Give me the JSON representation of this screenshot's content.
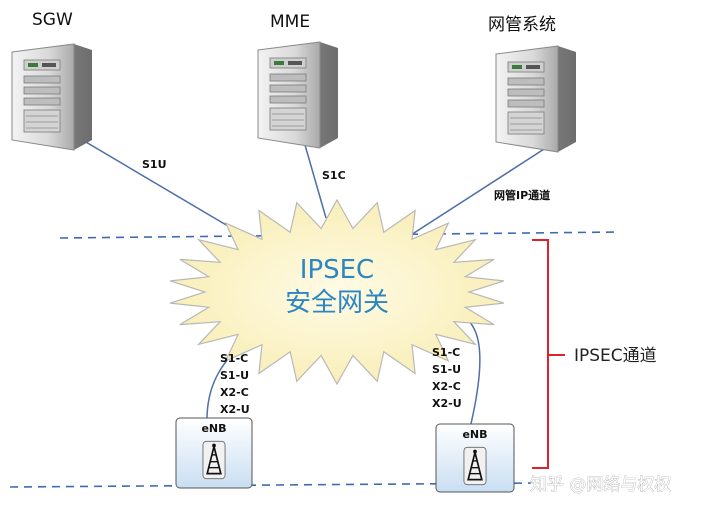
{
  "servers": [
    {
      "id": "sgw",
      "title": "SGW"
    },
    {
      "id": "mme",
      "title": "MME"
    },
    {
      "id": "nms",
      "title": "网管系统"
    }
  ],
  "links": {
    "s1u": "S1U",
    "s1c": "S1C",
    "nms_ip": "网管IP通道"
  },
  "gateway": {
    "line1": "IPSEC",
    "line2": "安全网关"
  },
  "enb_left": {
    "label": "eNB",
    "interfaces": [
      "S1-C",
      "S1-U",
      "X2-C",
      "X2-U"
    ]
  },
  "enb_right": {
    "label": "eNB",
    "interfaces": [
      "S1-C",
      "S1-U",
      "X2-C",
      "X2-U"
    ]
  },
  "tunnel": {
    "label": "IPSEC通道"
  },
  "watermark": "知乎 @网络与权权",
  "colors": {
    "link_line": "#4f6fa8",
    "dashed_line": "#3d6bb3",
    "bracket": "#e0202a",
    "cloud_fill": "#fbf3c2",
    "cloud_stroke": "#b8b8b8",
    "gateway_text": "#2b86c2"
  }
}
